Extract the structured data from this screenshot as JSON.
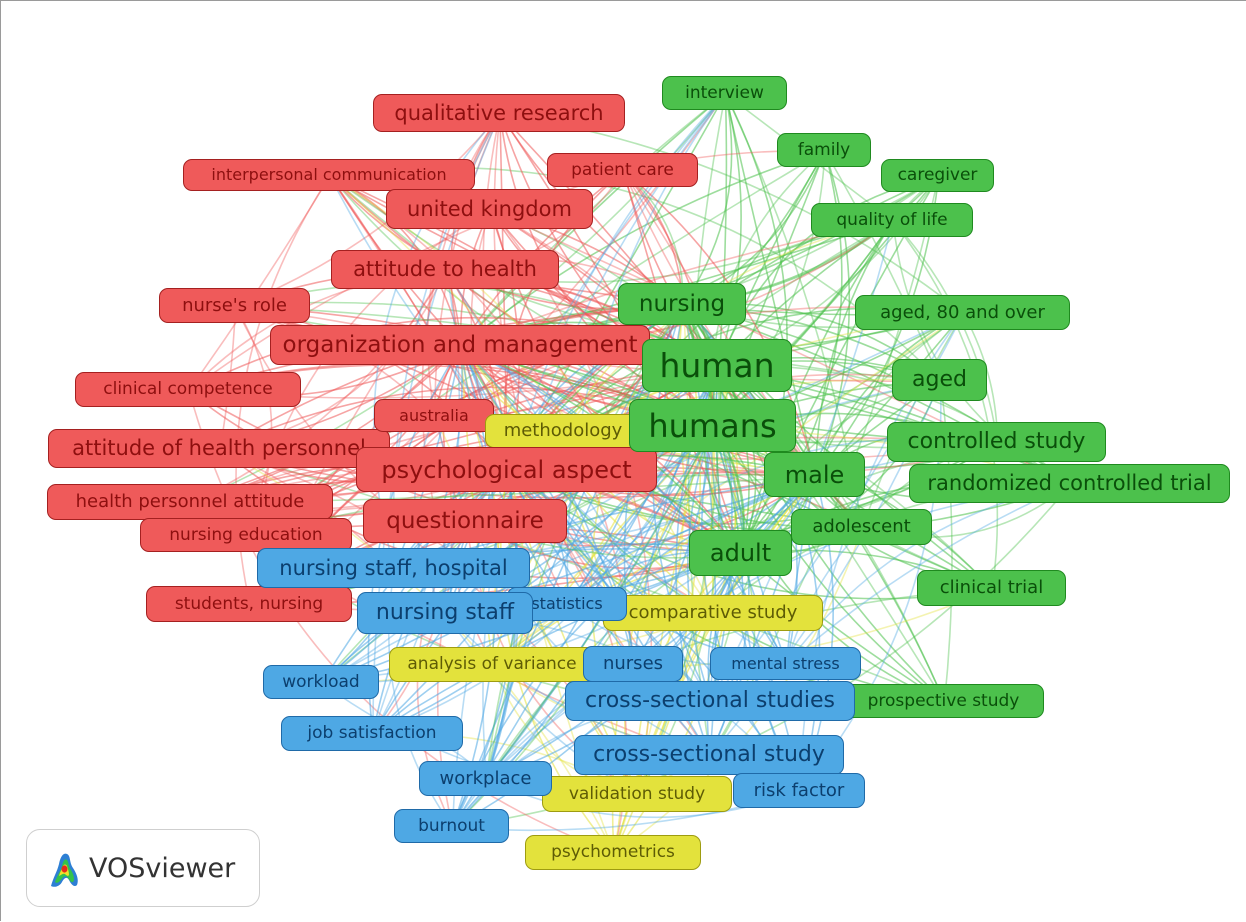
{
  "logo": {
    "label": "VOSviewer",
    "icon": "vosviewer-logo-icon"
  },
  "clusters": {
    "red": "#ef5a5a",
    "green": "#4cc14c",
    "blue": "#4ea8e4",
    "yellow": "#e3e23c"
  },
  "nodes": [
    {
      "label": "interview",
      "cluster": "green"
    },
    {
      "label": "family",
      "cluster": "green"
    },
    {
      "label": "caregiver",
      "cluster": "green"
    },
    {
      "label": "quality of life",
      "cluster": "green"
    },
    {
      "label": "aged, 80 and over",
      "cluster": "green"
    },
    {
      "label": "aged",
      "cluster": "green"
    },
    {
      "label": "controlled study",
      "cluster": "green"
    },
    {
      "label": "randomized controlled trial",
      "cluster": "green"
    },
    {
      "label": "adolescent",
      "cluster": "green"
    },
    {
      "label": "clinical trial",
      "cluster": "green"
    },
    {
      "label": "prospective study",
      "cluster": "green"
    },
    {
      "label": "qualitative research",
      "cluster": "red"
    },
    {
      "label": "interpersonal communication",
      "cluster": "red"
    },
    {
      "label": "patient care",
      "cluster": "red"
    },
    {
      "label": "united kingdom",
      "cluster": "red"
    },
    {
      "label": "attitude to health",
      "cluster": "red"
    },
    {
      "label": "nurse's role",
      "cluster": "red"
    },
    {
      "label": "clinical competence",
      "cluster": "red"
    },
    {
      "label": "attitude of health personnel",
      "cluster": "red"
    },
    {
      "label": "health personnel attitude",
      "cluster": "red"
    },
    {
      "label": "nursing education",
      "cluster": "red"
    },
    {
      "label": "students, nursing",
      "cluster": "red"
    },
    {
      "label": "questionnaire",
      "cluster": "red"
    },
    {
      "label": "australia",
      "cluster": "red"
    },
    {
      "label": "methodology",
      "cluster": "yellow"
    },
    {
      "label": "comparative study",
      "cluster": "yellow"
    },
    {
      "label": "analysis of variance",
      "cluster": "yellow"
    },
    {
      "label": "validation study",
      "cluster": "yellow"
    },
    {
      "label": "psychometrics",
      "cluster": "yellow"
    },
    {
      "label": "nursing staff, hospital",
      "cluster": "blue"
    },
    {
      "label": "statistics",
      "cluster": "blue"
    },
    {
      "label": "nursing staff",
      "cluster": "blue"
    },
    {
      "label": "workload",
      "cluster": "blue"
    },
    {
      "label": "job satisfaction",
      "cluster": "blue"
    },
    {
      "label": "nurses",
      "cluster": "blue"
    },
    {
      "label": "mental stress",
      "cluster": "blue"
    },
    {
      "label": "cross-sectional studies",
      "cluster": "blue"
    },
    {
      "label": "cross-sectional study",
      "cluster": "blue"
    },
    {
      "label": "workplace",
      "cluster": "blue"
    },
    {
      "label": "risk factor",
      "cluster": "blue"
    },
    {
      "label": "burnout",
      "cluster": "blue"
    },
    {
      "label": "psychological aspect",
      "cluster": "red"
    },
    {
      "label": "organization and management",
      "cluster": "red"
    },
    {
      "label": "nursing",
      "cluster": "green"
    },
    {
      "label": "human",
      "cluster": "green"
    },
    {
      "label": "humans",
      "cluster": "green"
    },
    {
      "label": "male",
      "cluster": "green"
    },
    {
      "label": "adult",
      "cluster": "green"
    }
  ]
}
